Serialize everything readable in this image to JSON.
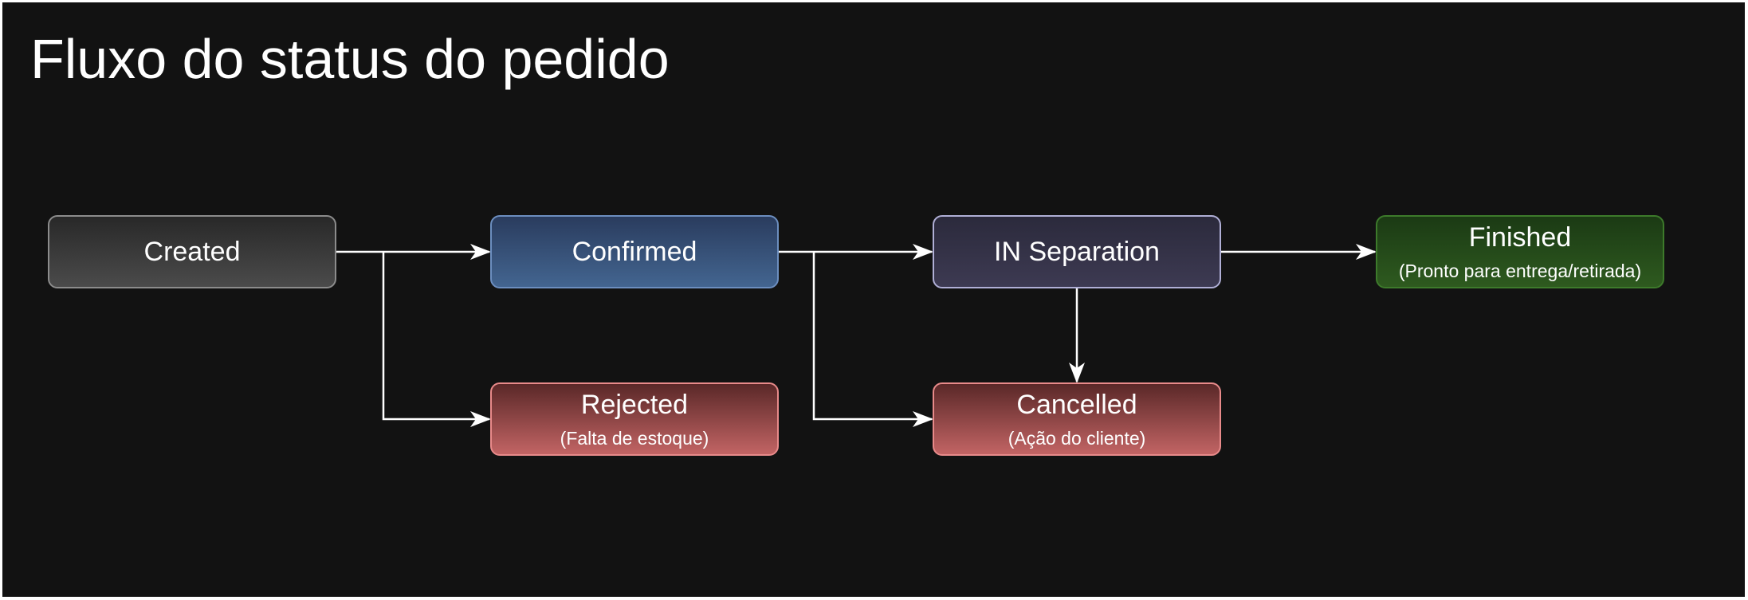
{
  "title": "Fluxo do status do pedido",
  "colors": {
    "background": "#121212",
    "connector": "#ffffff",
    "created_border": "#8c8c8c",
    "confirmed_border": "#6c8ebf",
    "separation_border": "#b0afd6",
    "finished_border": "#3d7a2b",
    "error_border": "#e88a8a"
  },
  "nodes": {
    "created": {
      "label": "Created"
    },
    "confirmed": {
      "label": "Confirmed"
    },
    "in_separation": {
      "label": "IN Separation"
    },
    "finished": {
      "label": "Finished",
      "note": "(Pronto para entrega/retirada)"
    },
    "rejected": {
      "label": "Rejected",
      "note": "(Falta de estoque)"
    },
    "cancelled": {
      "label": "Cancelled",
      "note": "(Ação do cliente)"
    }
  },
  "edges": [
    {
      "from": "created",
      "to": "confirmed"
    },
    {
      "from": "created",
      "to": "rejected"
    },
    {
      "from": "confirmed",
      "to": "in_separation"
    },
    {
      "from": "confirmed",
      "to": "cancelled"
    },
    {
      "from": "in_separation",
      "to": "finished"
    },
    {
      "from": "in_separation",
      "to": "cancelled"
    }
  ]
}
